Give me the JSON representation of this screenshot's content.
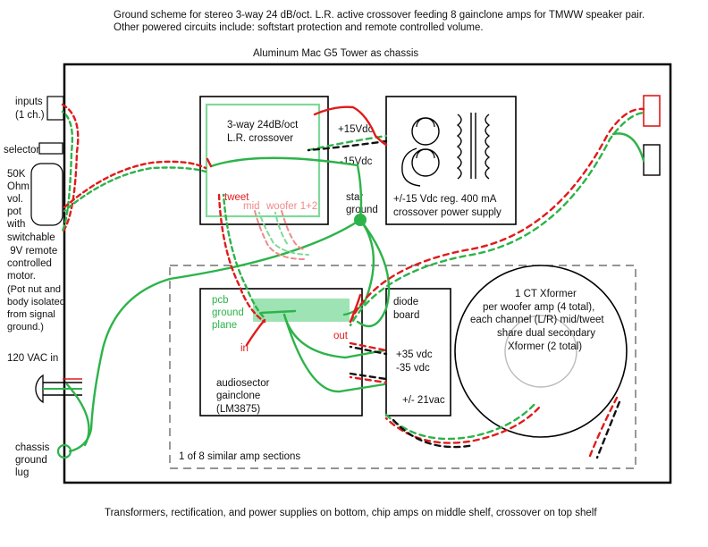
{
  "header": {
    "line1": "Ground scheme for stereo 3-way 24 dB/oct. L.R. active crossover feeding 8 gainclone amps for TMWW speaker pair.",
    "line2": "Other powered circuits include: softstart protection and remote controlled volume."
  },
  "chassis_title": "Aluminum Mac G5 Tower as chassis",
  "footer": "Transformers, rectification, and power supplies on bottom, chip amps on middle shelf, crossover on top shelf",
  "left_labels": {
    "inputs": [
      "inputs",
      "(1 ch.)"
    ],
    "selector": "selector",
    "pot": [
      "50K",
      "Ohm",
      "vol.",
      "pot",
      "with",
      "switchable",
      " 9V remote",
      "controlled",
      "motor."
    ],
    "pot_note": [
      "(Pot nut and",
      "body isolated",
      "from signal",
      "ground.)"
    ],
    "ac_in": "120 VAC in",
    "chassis_ground": [
      "chassis",
      "ground",
      "lug"
    ]
  },
  "crossover": {
    "title": [
      "3-way 24dB/oct",
      "L.R. crossover"
    ],
    "tweet": "tweet",
    "mid": "mid",
    "woofer": "woofer 1+2"
  },
  "rails": {
    "pos15": "+15Vdc",
    "neg15": "-15Vdc"
  },
  "star_ground": [
    "star",
    "ground"
  ],
  "psu": [
    "+/-15 Vdc reg. 400 mA",
    "crossover power supply"
  ],
  "amp": {
    "pcb": [
      "pcb",
      "ground",
      "plane"
    ],
    "in": "in",
    "out": "out",
    "title": [
      "audiosector",
      "gainclone",
      "(LM3875)"
    ]
  },
  "diode": {
    "title": [
      "diode",
      "board"
    ],
    "pos35": "+35 vdc",
    "neg35": "-35 vdc",
    "ac21": "+/- 21vac"
  },
  "xformer": [
    "1 CT Xformer",
    "per woofer amp (4 total),",
    "each channel (L/R) mid/tweet",
    "share dual secondary",
    "Xformer (2 total)"
  ],
  "section_note": "1 of 8 similar amp sections",
  "colors": {
    "wire_red": "#e01b1b",
    "wire_green": "#2db34a",
    "light_green": "#7ed99a",
    "pink": "#f08a8a"
  }
}
